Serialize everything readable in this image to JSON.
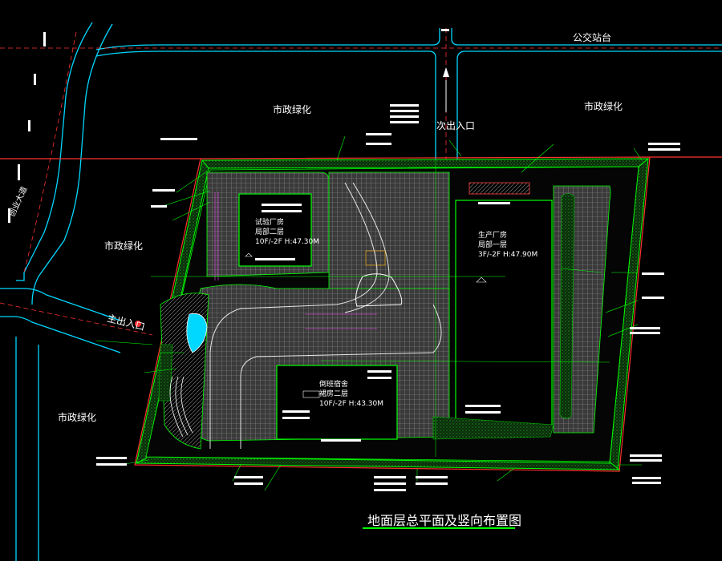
{
  "drawing": {
    "title": "地面层总平面及竖向布置图"
  },
  "areas": {
    "municipal_green_top_center": "市政绿化",
    "municipal_green_top_right": "市政绿化",
    "municipal_green_left": "市政绿化",
    "municipal_green_bottom_left": "市政绿化"
  },
  "roads": {
    "bus_station": "公交站台",
    "secondary_entrance": "次出入口",
    "main_entrance": "主出入口",
    "avenue": "创业大道"
  },
  "buildings": {
    "b1": {
      "name": "试验厂房",
      "sub": "局部二层",
      "height": "10F/-2F H:47.30M"
    },
    "b2": {
      "name": "生产厂房",
      "sub": "局部一层",
      "height": "3F/-2F H:47.90M"
    },
    "b3": {
      "name": "倒班宿舍",
      "sub": "裙房二层",
      "height": "10F/-2F H:43.30M"
    }
  },
  "colors": {
    "background": "#000000",
    "site_boundary": "#ff0000",
    "road_edge": "#00ffff",
    "building_outline": "#00ff00",
    "leader": "#00ff00",
    "pavement_grid": "#8c8c8c",
    "landscape": "#00c000",
    "label_text": "#ffffff"
  },
  "icons": {
    "north": "north-arrow-icon",
    "water": "water-feature-icon"
  }
}
